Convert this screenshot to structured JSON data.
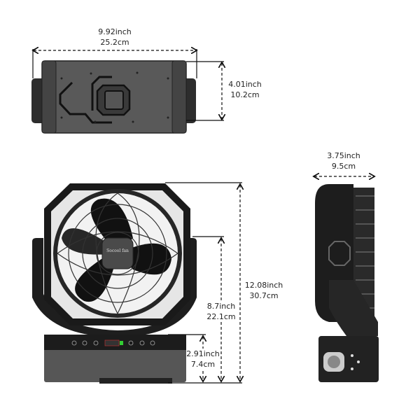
{
  "brand_logo": "Socool fan",
  "dimensions": {
    "top_width": {
      "inch": "9.92inch",
      "cm": "25.2cm"
    },
    "top_depth": {
      "inch": "4.01inch",
      "cm": "10.2cm"
    },
    "total_height": {
      "inch": "12.08inch",
      "cm": "30.7cm"
    },
    "pivot_height": {
      "inch": "8.7inch",
      "cm": "22.1cm"
    },
    "base_height": {
      "inch": "2.91inch",
      "cm": "7.4cm"
    },
    "side_depth": {
      "inch": "3.75inch",
      "cm": "9.5cm"
    }
  },
  "colors": {
    "body": "#2b2b2b",
    "dark": "#141414",
    "panel": "#555555",
    "light_ring": "#e8e8e8"
  }
}
